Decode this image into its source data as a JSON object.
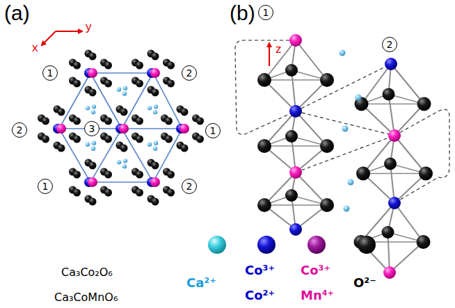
{
  "diagram": {
    "labels": [
      "(a)",
      "x",
      "y",
      "1",
      "2",
      "2",
      "3",
      "1",
      "1",
      "2",
      "(b)",
      "1",
      "z",
      "2",
      "Ca₃Co₂O₆",
      "Ca₃CoMnO₆",
      "Ca²⁺",
      "Co³⁺",
      "Co²⁺",
      "Co³⁺",
      "Mn⁴⁺",
      "O²⁻"
    ]
  }
}
